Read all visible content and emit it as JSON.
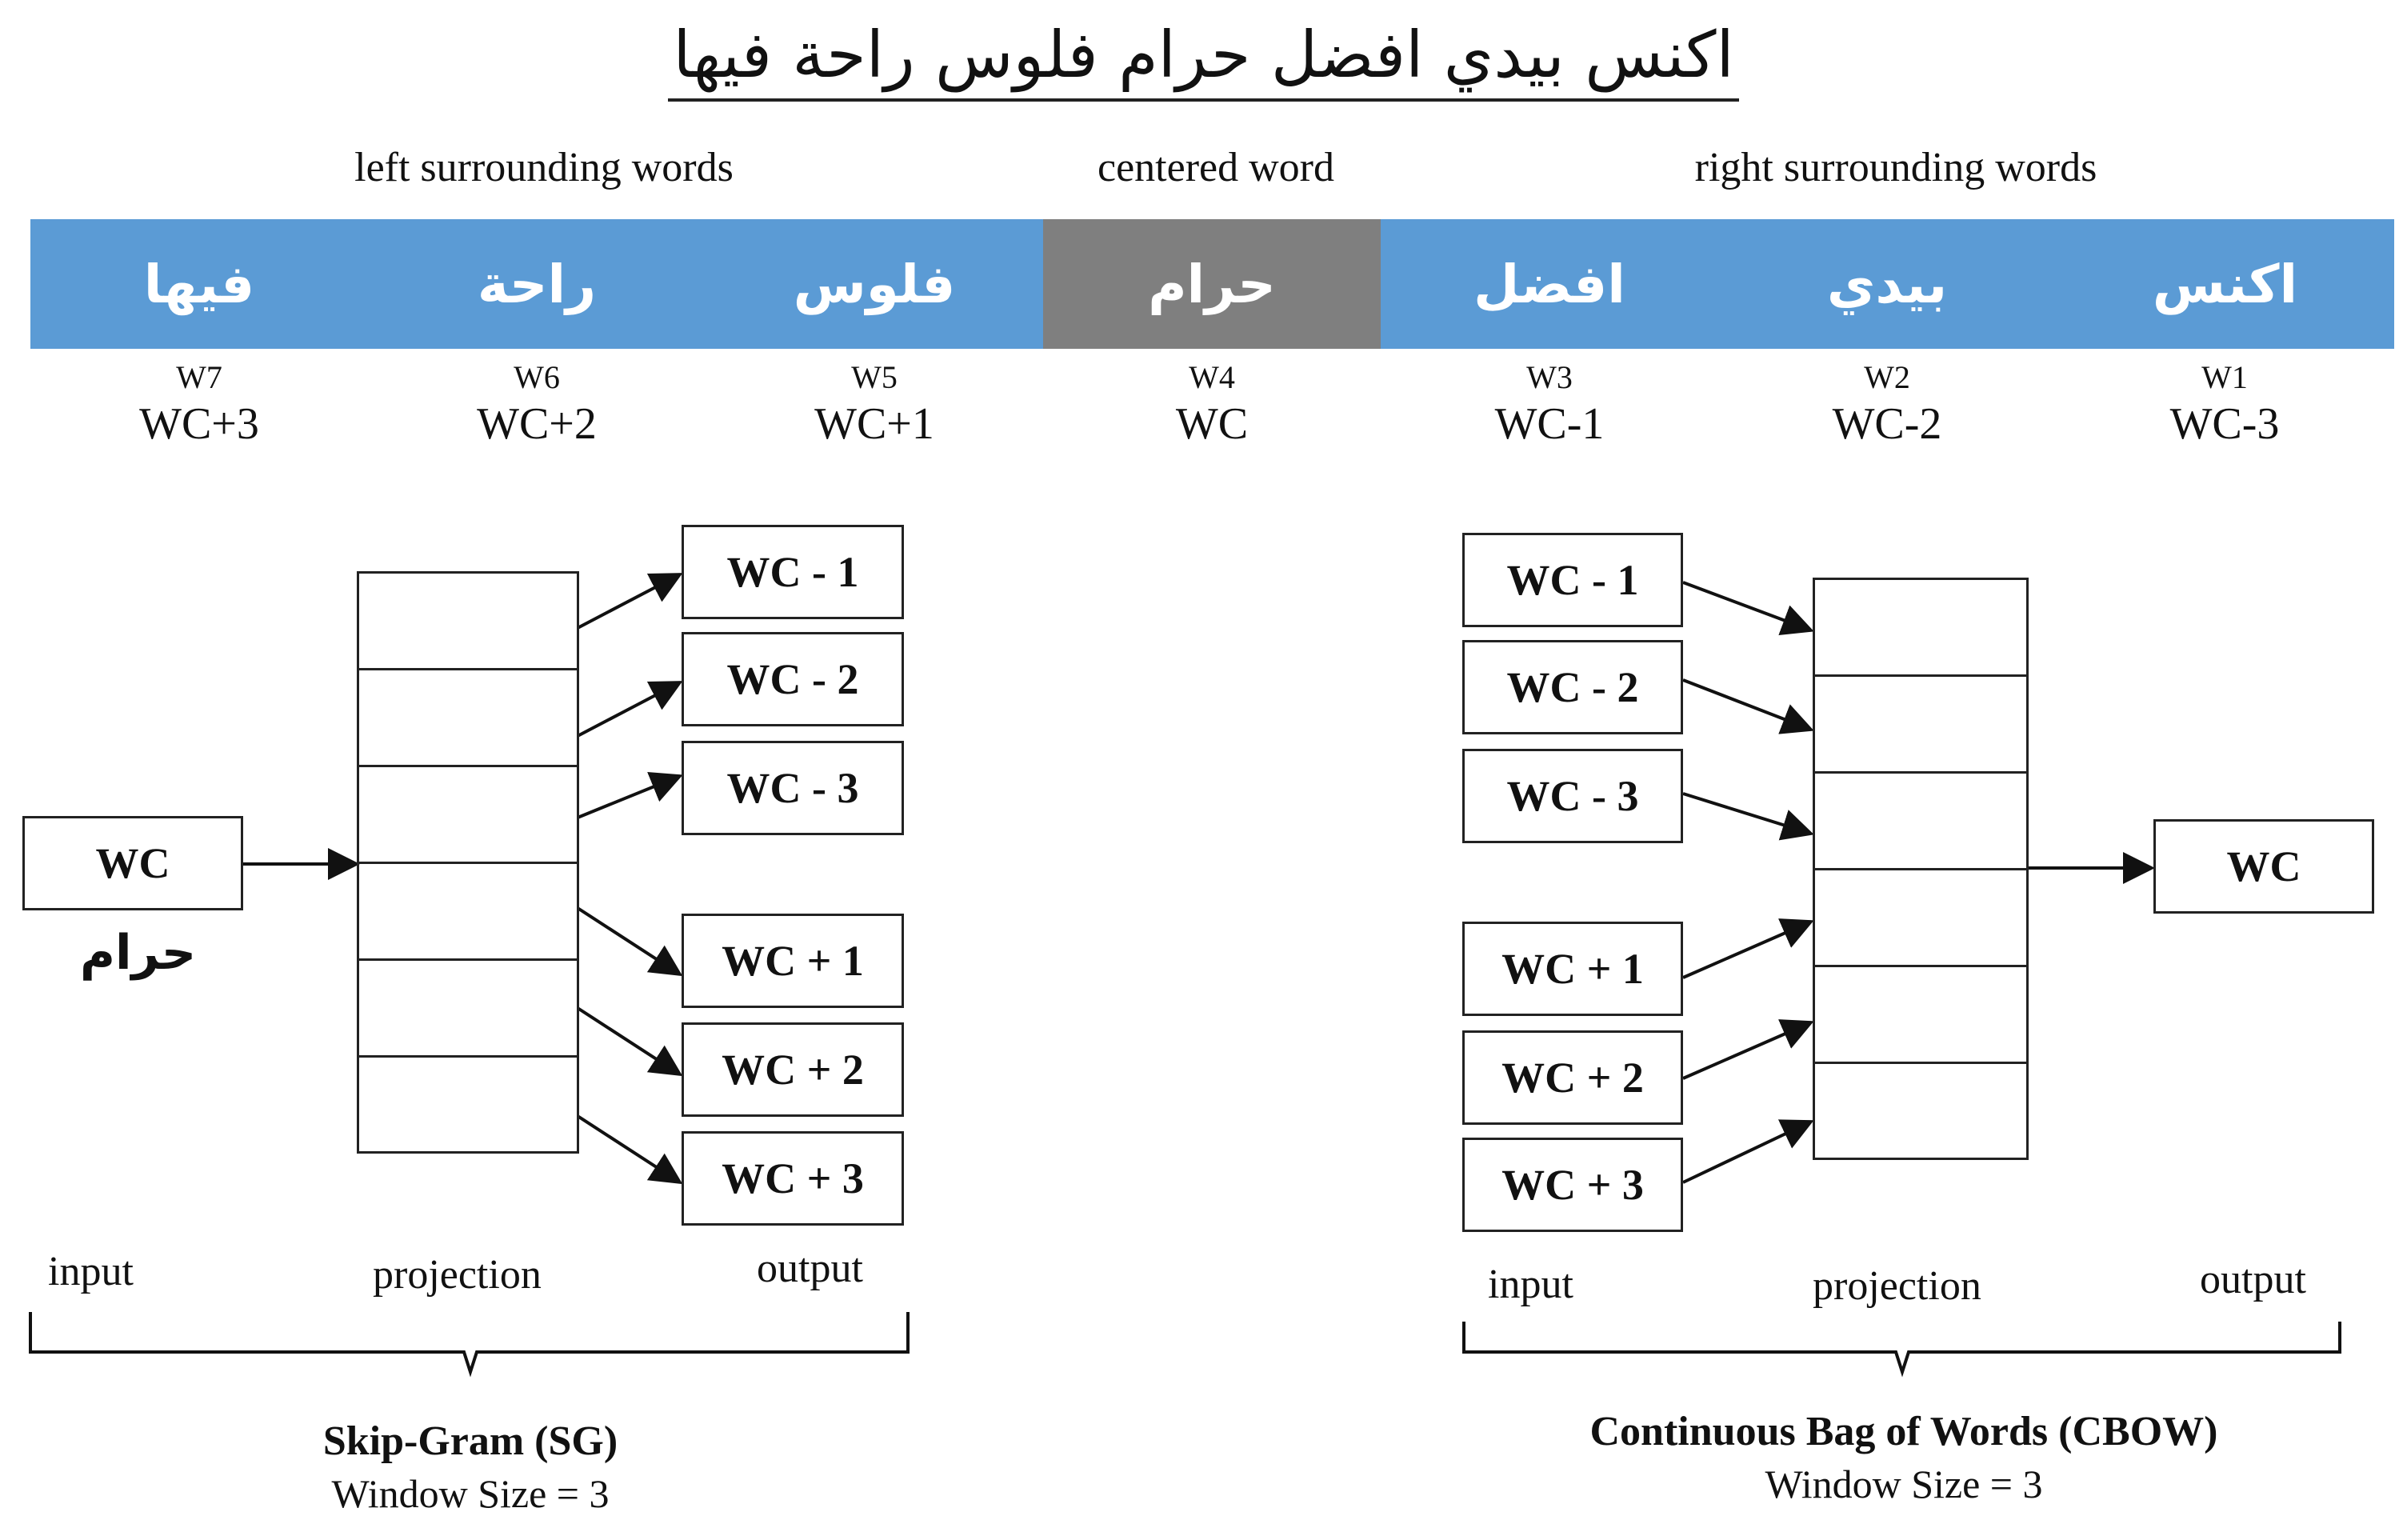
{
  "title": "اكنس بيدي افضل حرام فلوس راحة فيها",
  "regions": {
    "left": "left surrounding words",
    "center": "centered word",
    "right": "right surrounding words"
  },
  "words": [
    {
      "arabic": "فيها",
      "index": "W7",
      "position": "WC+3"
    },
    {
      "arabic": "راحة",
      "index": "W6",
      "position": "WC+2"
    },
    {
      "arabic": "فلوس",
      "index": "W5",
      "position": "WC+1"
    },
    {
      "arabic": "حرام",
      "index": "W4",
      "position": "WC"
    },
    {
      "arabic": "افضل",
      "index": "W3",
      "position": "WC-1"
    },
    {
      "arabic": "بيدي",
      "index": "W2",
      "position": "WC-2"
    },
    {
      "arabic": "اكنس",
      "index": "W1",
      "position": "WC-3"
    }
  ],
  "skipgram": {
    "input_box": "WC",
    "input_word": "حرام",
    "outputs": [
      "WC - 1",
      "WC - 2",
      "WC - 3",
      "WC + 1",
      "WC + 2",
      "WC + 3"
    ],
    "labels": {
      "input": "input",
      "projection": "projection",
      "output": "output"
    },
    "name": "Skip-Gram (SG)",
    "window": "Window Size = 3"
  },
  "cbow": {
    "inputs": [
      "WC - 1",
      "WC - 2",
      "WC - 3",
      "WC + 1",
      "WC + 2",
      "WC + 3"
    ],
    "output_box": "WC",
    "labels": {
      "input": "input",
      "projection": "projection",
      "output": "output"
    },
    "name": "Continuous Bag of Words (CBOW)",
    "window": "Window Size = 3"
  }
}
